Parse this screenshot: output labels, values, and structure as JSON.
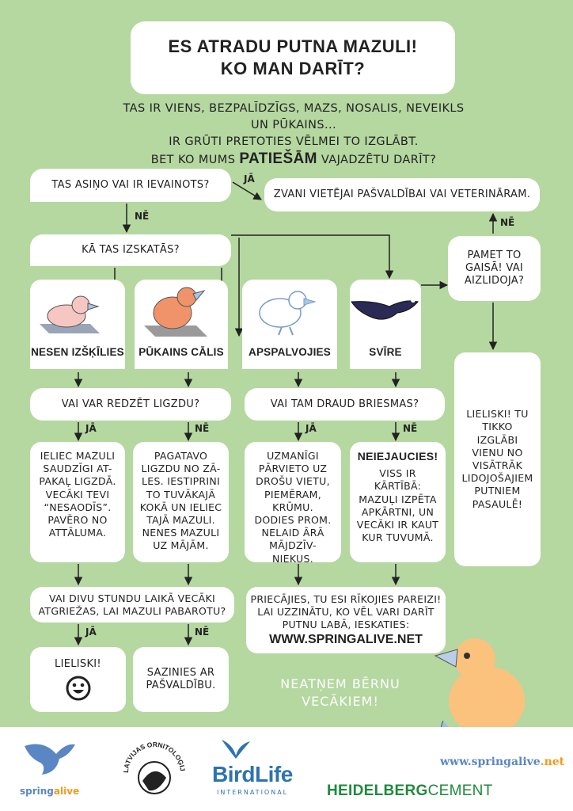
{
  "title": {
    "line1": "ES ATRADU PUTNA MAZULI!",
    "line2": "KO MAN DARĪT?"
  },
  "intro": {
    "line1": "TAS IR VIENS, BEZPALĪDZĪGS, MAZS, NOSALIS, NEVEIKLS UN PŪKAINS...",
    "line2": "IR GRŪTI PRETOTIES VĒLMEI TO IZGLĀBT.",
    "line3_before": "BET KO MUMS ",
    "line3_emphasis": "PATIEŠĀM",
    "line3_after": " VAJADZĒTU DARĪT?"
  },
  "flow": {
    "q_bleeding": "TAS ASIŅO VAI IR IEVAINOTS?",
    "a_call": "ZVANI VIETĒJAI PAŠVALDĪBAI VAI VETERINĀRAM.",
    "q_look": "KĀ TAS IZSKATĀS?",
    "q_thrown": "PAMET TO GAISĀ! VAI AIZLIDOJA?",
    "cat_newborn": "NESEN IZŠĶĪLIES",
    "cat_fluffy": "PŪKAINS CĀLIS",
    "cat_feathered": "APSPALVOJIES",
    "cat_fledgling": "SVĪRE",
    "q_nest": "VAI VAR REDZĒT LIGZDU?",
    "q_danger": "VAI TAM DRAUD BRIESMAS?",
    "a_nest_yes": "IELIEC MAZULI SAUDZĪGI AT-PAKAĻ LIGZDĀ. VECĀKI TEVI “NESAODĪS”. PAVĒRO NO ATTĀLUMA.",
    "a_nest_no": "PAGATAVO LIGZDU NO ZĀ-LES. IESTIPRINI TO TUVĀKAJĀ KOKĀ UN IELIEC TAJĀ MAZULI. NENES MAZULI UZ MĀJĀM.",
    "a_danger_yes": "UZMANĪGI PĀRVIETO UZ DROŠU VIETU, PIEMĒRAM, KRŪMU. DODIES PROM. NELAID ĀRĀ MĀJDZĪV-NIEKUS.",
    "a_danger_no_head": "NEIEJAUCIES!",
    "a_danger_no": "VISS IR KĀRTĪBĀ: MAZUĻI IZPĒTA APKĀRTNI, UN VECĀKI IR KAUT KUR TUVUMĀ.",
    "a_great_saved": "LIELISKI! TU TIKKO IZGLĀBI VIENU NO VISĀTRĀK LIDOJOŠAJIEM PUTNIEM PASAULĒ!",
    "q_parents": "VAI DIVU STUNDU LAIKĀ VECĀKI ATGRIEŽAS, LAI MAZULI PABAROTU?",
    "a_great": "LIELISKI!",
    "a_contact": "SAZINIES AR PAŠVALDĪBU.",
    "a_rejoice": "PRIECĀJIES, TU ESI RĪKOJIES PAREIZI! LAI UZZINĀTU, KO VĒL VARI DARĪT PUTNU LABĀ, IESKATIES:",
    "a_url": "WWW.SPRINGALIVE.NET",
    "yes": "JĀ",
    "no": "NĒ"
  },
  "slogan": "NEATŅEM BĒRNU VECĀKIEM!",
  "footer": {
    "spring": "spring",
    "alive": "alive",
    "lob": "LATVIJAS ORNITOLOĢIJAS BIEDRĪBA",
    "birdlife": "BirdLife",
    "birdlife_sub": "INTERNATIONAL",
    "heidelberg1": "HEIDELBERG",
    "heidelberg2": "CEMENT",
    "url_prefix": "www.springalive",
    "url_suffix": ".net"
  },
  "colors": {
    "background": "#b5d7a0",
    "slogan": "#ffffff",
    "heidelberg": "#1e8a3c",
    "birdlife": "#2d73b0",
    "spring_blue": "#5a86c4",
    "spring_orange": "#f29a1d"
  }
}
